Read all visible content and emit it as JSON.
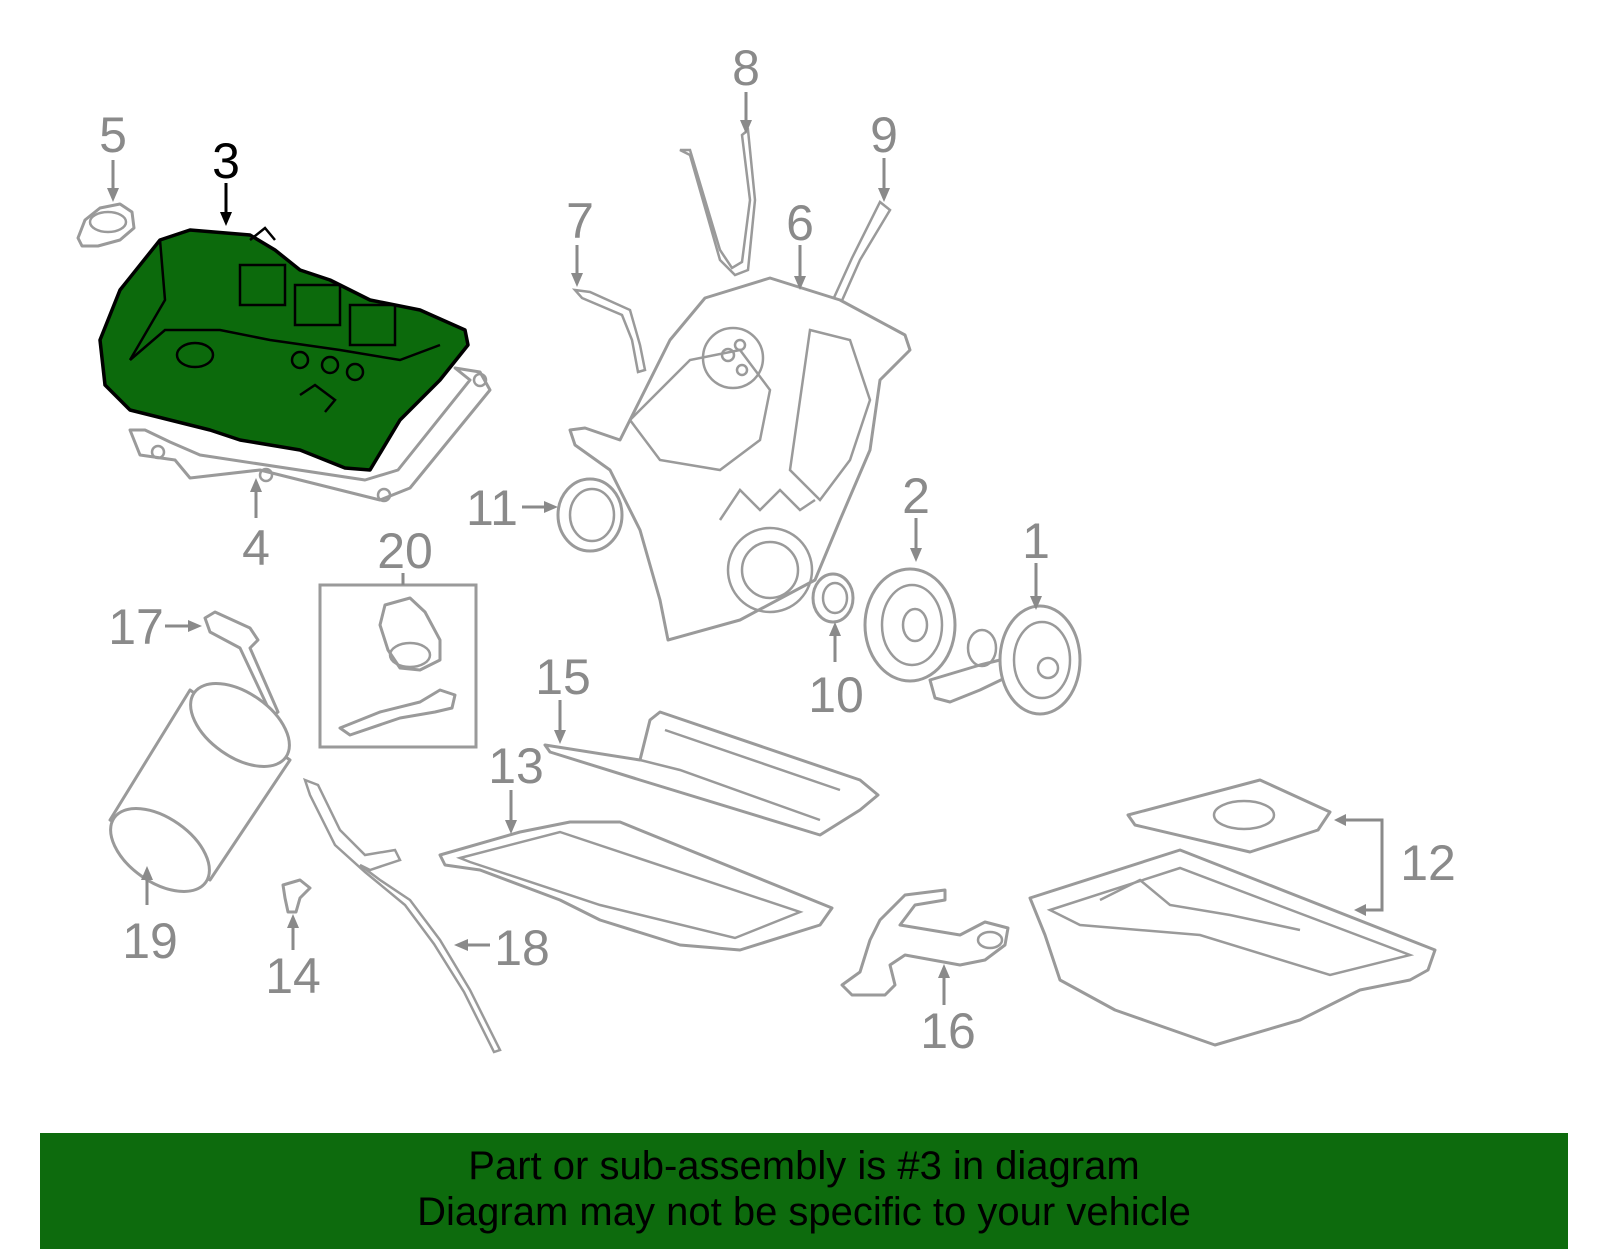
{
  "callouts": {
    "c1": "1",
    "c2": "2",
    "c3": "3",
    "c4": "4",
    "c5": "5",
    "c6": "6",
    "c7": "7",
    "c8": "8",
    "c9": "9",
    "c10": "10",
    "c11": "11",
    "c12": "12",
    "c13": "13",
    "c14": "14",
    "c15": "15",
    "c16": "16",
    "c17": "17",
    "c18": "18",
    "c19": "19",
    "c20": "20"
  },
  "highlighted_part": "3",
  "highlight_color": "#0d6b0d",
  "banner": {
    "line1": "Part or sub-assembly is #3 in diagram",
    "line2": "Diagram may not be specific to your vehicle"
  }
}
